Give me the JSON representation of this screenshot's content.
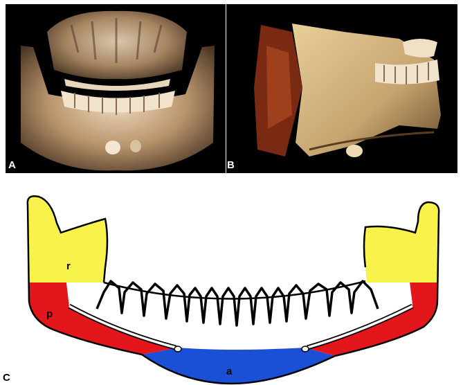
{
  "panels": {
    "a": {
      "letter": "A"
    },
    "b": {
      "letter": "B"
    },
    "c": {
      "letter": "C"
    }
  },
  "regions": {
    "r": "r",
    "p": "p",
    "a": "a"
  },
  "colors": {
    "ramus": "#f7f34a",
    "posterior_body": "#e3161b",
    "anterior_body": "#1a4fd6",
    "outline": "#000000",
    "bone_render": "#c8a878"
  }
}
